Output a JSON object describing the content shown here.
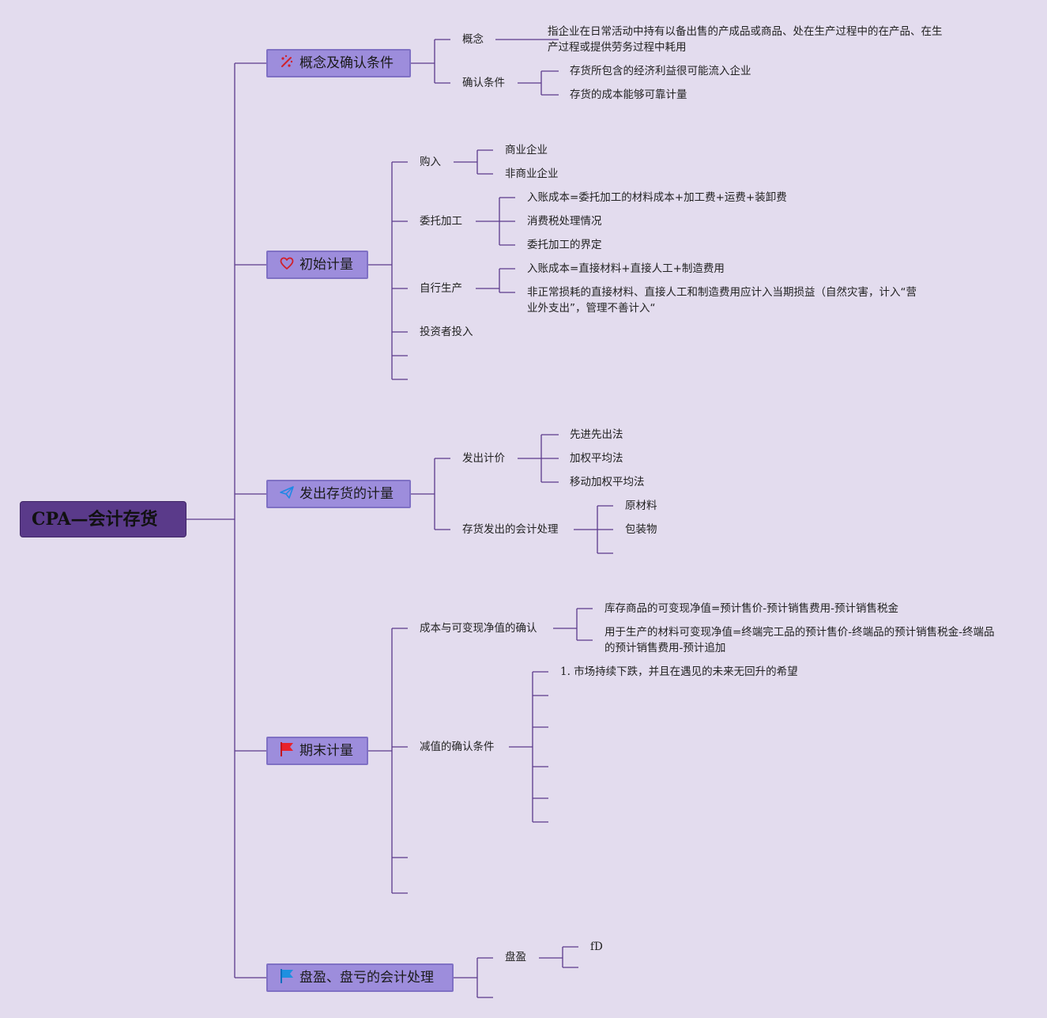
{
  "root": {
    "title": "CPA—会计存货"
  },
  "branches": [
    {
      "label": "概念及确认条件",
      "icon": "sparkle-icon",
      "children": [
        {
          "label": "概念",
          "children": [
            {
              "label": "指企业在日常活动中持有以备出售的产成品或商品、处在生产过程中的在产品、在生产过程或提供劳务过程中耗用"
            }
          ]
        },
        {
          "label": "确认条件",
          "children": [
            {
              "label": "存货所包含的经济利益很可能流入企业"
            },
            {
              "label": "存货的成本能够可靠计量"
            }
          ]
        }
      ]
    },
    {
      "label": "初始计量",
      "icon": "heart-icon",
      "children": [
        {
          "label": "购入",
          "children": [
            {
              "label": "商业企业"
            },
            {
              "label": "非商业企业"
            }
          ]
        },
        {
          "label": "委托加工",
          "children": [
            {
              "label": "入账成本=委托加工的材料成本+加工费+运费+装卸费"
            },
            {
              "label": "消费税处理情况"
            },
            {
              "label": "委托加工的界定"
            }
          ]
        },
        {
          "label": "自行生产",
          "children": [
            {
              "label": "入账成本=直接材料+直接人工+制造费用"
            },
            {
              "label": "非正常损耗的直接材料、直接人工和制造费用应计入当期损益（自然灾害，计入“营业外支出”，管理不善计入“"
            }
          ]
        },
        {
          "label": "投资者投入"
        },
        {
          "label": ""
        },
        {
          "label": ""
        }
      ]
    },
    {
      "label": "发出存货的计量",
      "icon": "paper-plane-icon",
      "children": [
        {
          "label": "发出计价",
          "children": [
            {
              "label": "先进先出法"
            },
            {
              "label": "加权平均法"
            },
            {
              "label": "移动加权平均法"
            }
          ]
        },
        {
          "label": "存货发出的会计处理",
          "children": [
            {
              "label": "原材料"
            },
            {
              "label": "包装物"
            },
            {
              "label": ""
            }
          ]
        }
      ]
    },
    {
      "label": "期末计量",
      "icon": "red-flag-icon",
      "children": [
        {
          "label": "成本与可变现净值的确认",
          "children": [
            {
              "label": "库存商品的可变现净值=预计售价-预计销售费用-预计销售税金"
            },
            {
              "label": "用于生产的材料可变现净值=终端完工品的预计售价-终端品的预计销售税金-终端品的预计销售费用-预计追加"
            }
          ]
        },
        {
          "label": "减值的确认条件",
          "children": [
            {
              "label": "1. 市场持续下跌，并且在遇见的未来无回升的希望"
            },
            {
              "label": ""
            },
            {
              "label": ""
            },
            {
              "label": ""
            },
            {
              "label": ""
            },
            {
              "label": ""
            }
          ]
        },
        {
          "label": ""
        },
        {
          "label": ""
        }
      ]
    },
    {
      "label": "盘盈、盘亏的会计处理",
      "icon": "blue-flag-icon",
      "children": [
        {
          "label": "盘盈",
          "children": [
            {
              "label": "fD"
            },
            {
              "label": ""
            }
          ]
        },
        {
          "label": ""
        }
      ]
    }
  ],
  "colors": {
    "background": "#e3dcee",
    "line": "#5b3a8c",
    "root": "#5a3a8a",
    "topic": "#9d8ddc"
  }
}
